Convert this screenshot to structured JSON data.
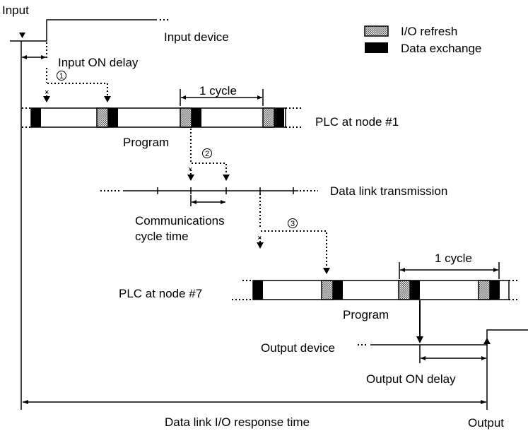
{
  "labels": {
    "input": "Input",
    "input_device": "Input device",
    "input_on_delay": "Input ON delay",
    "plc_node1": "PLC at node #1",
    "program_1": "Program",
    "cycle_1": "1 cycle",
    "data_link_transmission": "Data link transmission",
    "comm_cycle_line1": "Communications",
    "comm_cycle_line2": "cycle time",
    "plc_node7": "PLC at node #7",
    "program_2": "Program",
    "cycle_2": "1 cycle",
    "output_device": "Output device",
    "output_on_delay": "Output ON delay",
    "response_time": "Data link I/O response time",
    "output": "Output"
  },
  "legend": {
    "io_refresh": "I/O refresh",
    "data_exchange": "Data exchange"
  },
  "steps": [
    "1",
    "2",
    "3"
  ]
}
